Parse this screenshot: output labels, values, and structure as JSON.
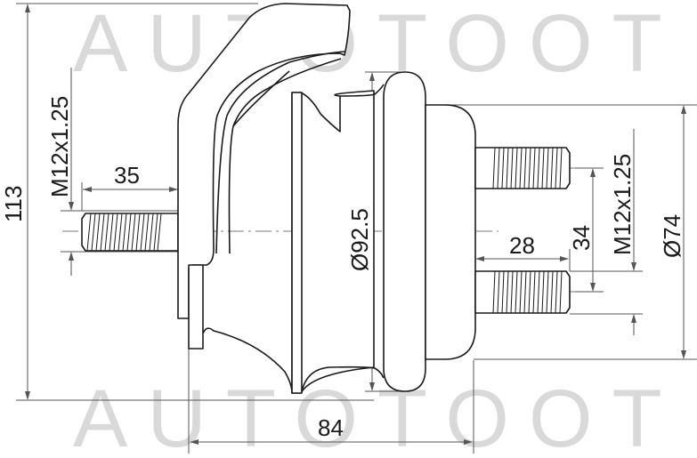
{
  "watermark": {
    "top_text": "AUTOTOOT",
    "bottom_text": "AUTOTOOT",
    "color": "#d9d9d9"
  },
  "drawing": {
    "subject": "engine mount technical drawing",
    "line_color": "#1a1a1a",
    "dimension_color": "#555555"
  },
  "dimensions": {
    "overall_height": "113",
    "left_thread": "M12x1.25",
    "left_stud_length": "35",
    "main_diameter": "Ø92.5",
    "overall_length": "84",
    "right_stud_length": "28",
    "stud_spacing": "34",
    "right_thread": "M12x1.25",
    "flange_diameter": "Ø74"
  }
}
